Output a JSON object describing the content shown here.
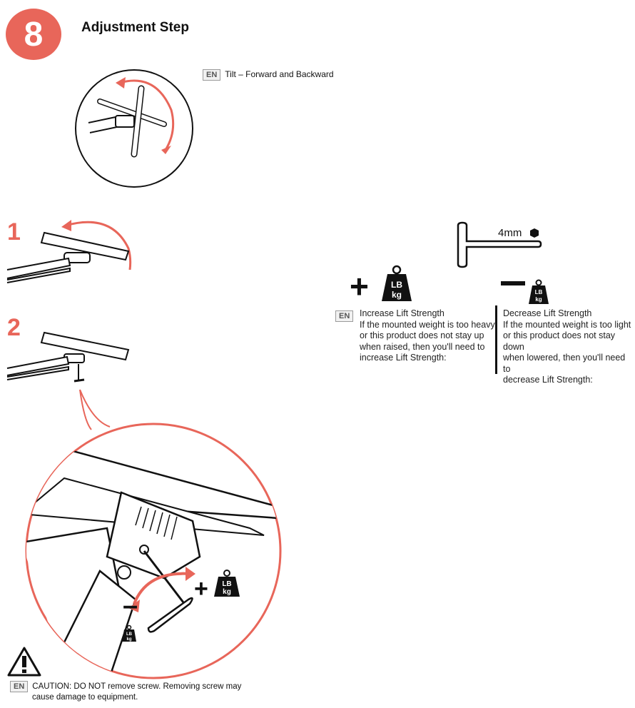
{
  "step": {
    "number": "8",
    "title": "Adjustment Step"
  },
  "tilt": {
    "lang": "EN",
    "label": "Tilt – Forward and Backward"
  },
  "steps": [
    {
      "label": "1"
    },
    {
      "label": "2"
    }
  ],
  "tool": {
    "size_label": "4mm",
    "icon": "hex-key-icon"
  },
  "increase": {
    "symbol": "+",
    "lang": "EN",
    "title": "Increase Lift Strength",
    "lines": [
      "If the mounted weight is too heavy",
      "or this product does not stay up",
      "when raised, then you'll need to",
      "increase Lift Strength:"
    ]
  },
  "decrease": {
    "symbol": "–",
    "title": "Decrease Lift Strength",
    "lines": [
      "If the mounted weight is too light",
      "or this product does not stay down",
      "when lowered, then you'll need to",
      "decrease Lift Strength:"
    ]
  },
  "weight_icon": {
    "line1": "LB",
    "line2": "kg"
  },
  "caution": {
    "lang": "EN",
    "line1": "CAUTION: DO NOT remove screw. Removing screw may",
    "line2": "cause damage to equipment."
  },
  "colors": {
    "accent": "#e8665a",
    "ink": "#111111"
  }
}
